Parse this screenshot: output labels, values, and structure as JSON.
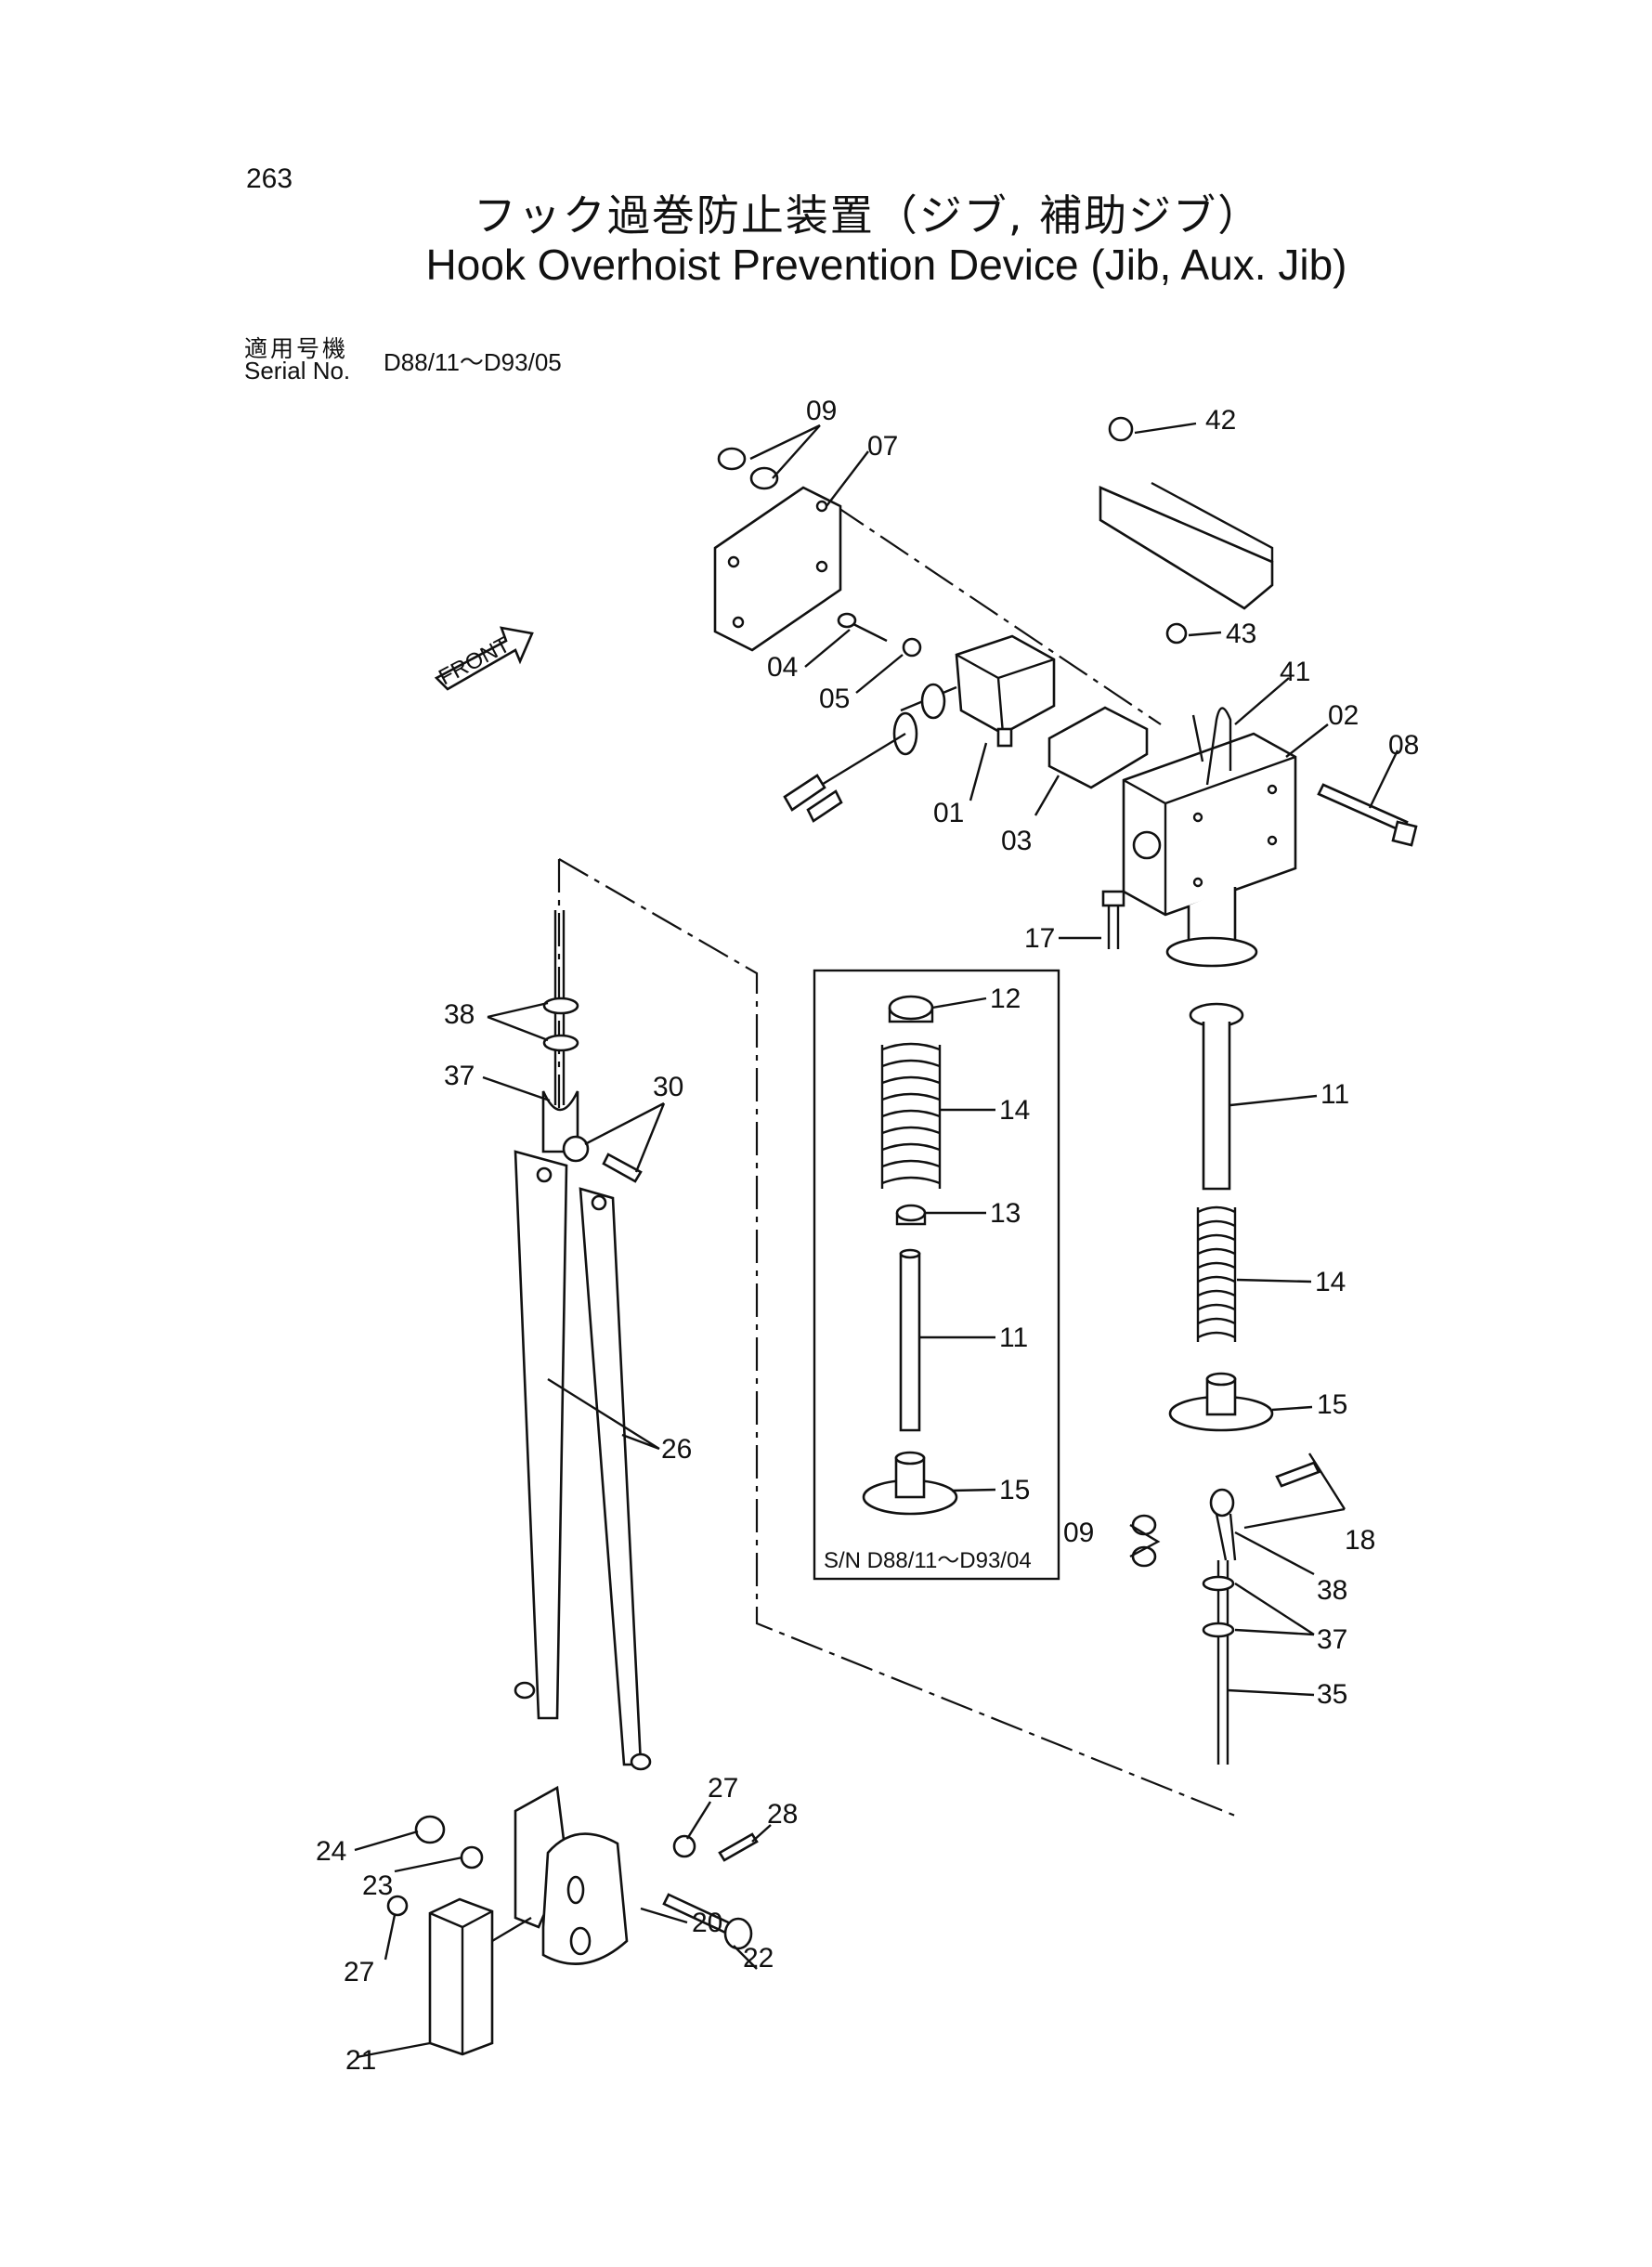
{
  "page_number": "263",
  "title_jp": "フック過巻防止装置（ジブ, 補助ジブ）",
  "title_en": "Hook Overhoist Prevention Device (Jib, Aux. Jib)",
  "serial": {
    "label_jp": "適用号機",
    "label_en": "Serial No.",
    "range": "D88/11～D93/05"
  },
  "front_label": "FRONT",
  "inset_serial": "S/N D88/11～D93/04",
  "callouts": {
    "c01": "01",
    "c02": "02",
    "c03": "03",
    "c04": "04",
    "c05": "05",
    "c07": "07",
    "c08": "08",
    "c09a": "09",
    "c09b": "09",
    "c11a": "11",
    "c11b": "11",
    "c12": "12",
    "c13": "13",
    "c14a": "14",
    "c14b": "14",
    "c15a": "15",
    "c15b": "15",
    "c17": "17",
    "c18": "18",
    "c20": "20",
    "c21": "21",
    "c22": "22",
    "c23": "23",
    "c24": "24",
    "c26": "26",
    "c27a": "27",
    "c27b": "27",
    "c28": "28",
    "c30": "30",
    "c35": "35",
    "c37a": "37",
    "c37b": "37",
    "c38a": "38",
    "c38b": "38",
    "c41": "41",
    "c42": "42",
    "c43": "43"
  }
}
